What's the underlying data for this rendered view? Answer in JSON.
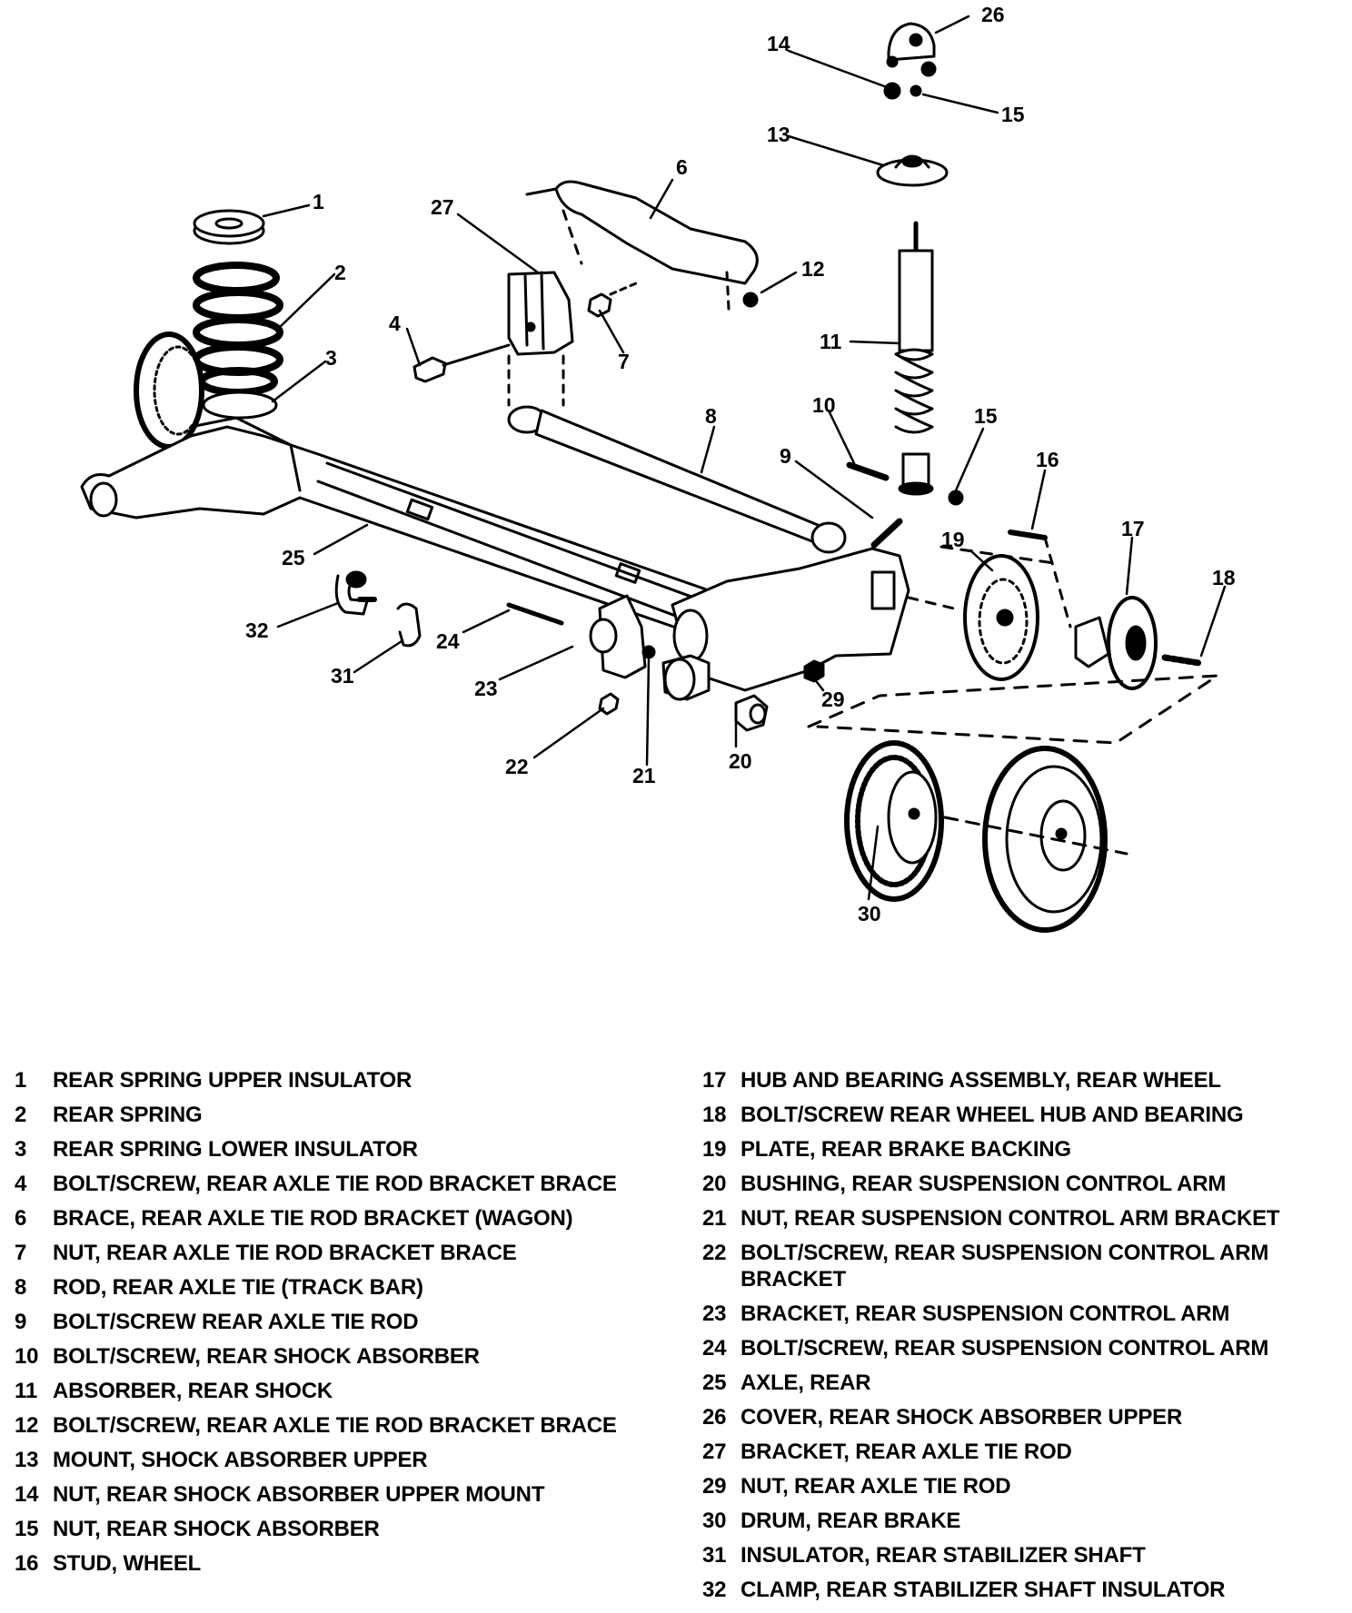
{
  "callouts": [
    "26",
    "14",
    "15",
    "13",
    "6",
    "1",
    "27",
    "12",
    "2",
    "4",
    "7",
    "11",
    "3",
    "10",
    "15",
    "8",
    "9",
    "16",
    "17",
    "19",
    "18",
    "25",
    "32",
    "24",
    "31",
    "23",
    "29",
    "20",
    "22",
    "21",
    "30"
  ],
  "legend": {
    "left": [
      {
        "num": "1",
        "text": "REAR SPRING UPPER INSULATOR"
      },
      {
        "num": "2",
        "text": "REAR SPRING"
      },
      {
        "num": "3",
        "text": "REAR SPRING LOWER INSULATOR"
      },
      {
        "num": "4",
        "text": "BOLT/SCREW, REAR AXLE TIE ROD BRACKET BRACE"
      },
      {
        "num": "6",
        "text": "BRACE, REAR AXLE TIE ROD BRACKET (WAGON)"
      },
      {
        "num": "7",
        "text": "NUT, REAR AXLE TIE ROD BRACKET BRACE"
      },
      {
        "num": "8",
        "text": "ROD, REAR AXLE TIE (TRACK BAR)"
      },
      {
        "num": "9",
        "text": "BOLT/SCREW REAR AXLE TIE ROD"
      },
      {
        "num": "10",
        "text": "BOLT/SCREW, REAR SHOCK ABSORBER"
      },
      {
        "num": "11",
        "text": "ABSORBER, REAR SHOCK"
      },
      {
        "num": "12",
        "text": "BOLT/SCREW, REAR AXLE TIE ROD BRACKET BRACE"
      },
      {
        "num": "13",
        "text": "MOUNT, SHOCK ABSORBER UPPER"
      },
      {
        "num": "14",
        "text": "NUT, REAR SHOCK ABSORBER UPPER MOUNT"
      },
      {
        "num": "15",
        "text": "NUT, REAR SHOCK ABSORBER"
      },
      {
        "num": "16",
        "text": "STUD, WHEEL"
      }
    ],
    "right": [
      {
        "num": "17",
        "text": "HUB AND BEARING ASSEMBLY, REAR WHEEL"
      },
      {
        "num": "18",
        "text": "BOLT/SCREW REAR WHEEL HUB AND BEARING"
      },
      {
        "num": "19",
        "text": "PLATE, REAR BRAKE BACKING"
      },
      {
        "num": "20",
        "text": "BUSHING, REAR SUSPENSION CONTROL ARM"
      },
      {
        "num": "21",
        "text": "NUT, REAR SUSPENSION CONTROL ARM BRACKET"
      },
      {
        "num": "22",
        "text": "BOLT/SCREW, REAR SUSPENSION CONTROL ARM BRACKET"
      },
      {
        "num": "23",
        "text": "BRACKET, REAR SUSPENSION CONTROL ARM"
      },
      {
        "num": "24",
        "text": "BOLT/SCREW, REAR SUSPENSION CONTROL ARM"
      },
      {
        "num": "25",
        "text": "AXLE, REAR"
      },
      {
        "num": "26",
        "text": "COVER, REAR SHOCK ABSORBER UPPER"
      },
      {
        "num": "27",
        "text": "BRACKET, REAR AXLE TIE ROD"
      },
      {
        "num": "29",
        "text": "NUT, REAR AXLE TIE ROD"
      },
      {
        "num": "30",
        "text": "DRUM, REAR BRAKE"
      },
      {
        "num": "31",
        "text": "INSULATOR, REAR STABILIZER SHAFT"
      },
      {
        "num": "32",
        "text": "CLAMP, REAR STABILIZER SHAFT INSULATOR"
      }
    ]
  }
}
